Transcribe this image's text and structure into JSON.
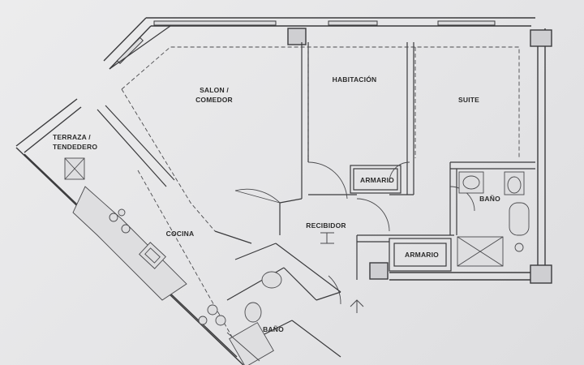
{
  "plan": {
    "colors": {
      "paper": "#e6e6e8",
      "wall": "#3a3a3c",
      "wall_fill": "#d8d8da",
      "fixture": "#4a4a4d",
      "text": "#2b2b2b"
    },
    "rooms": {
      "salon": [
        "SALON /",
        "COMEDOR"
      ],
      "habitacion": "HABITACIÓN",
      "suite": "SUITE",
      "terraza": [
        "TERRAZA /",
        "TENDEDERO"
      ],
      "armario_1": "ARMARIO",
      "bano_1": "BAÑO",
      "cocina": "COCINA",
      "recibidor": "RECIBIDOR",
      "armario_2": "ARMARIO",
      "bano_2": "BAÑO"
    }
  }
}
